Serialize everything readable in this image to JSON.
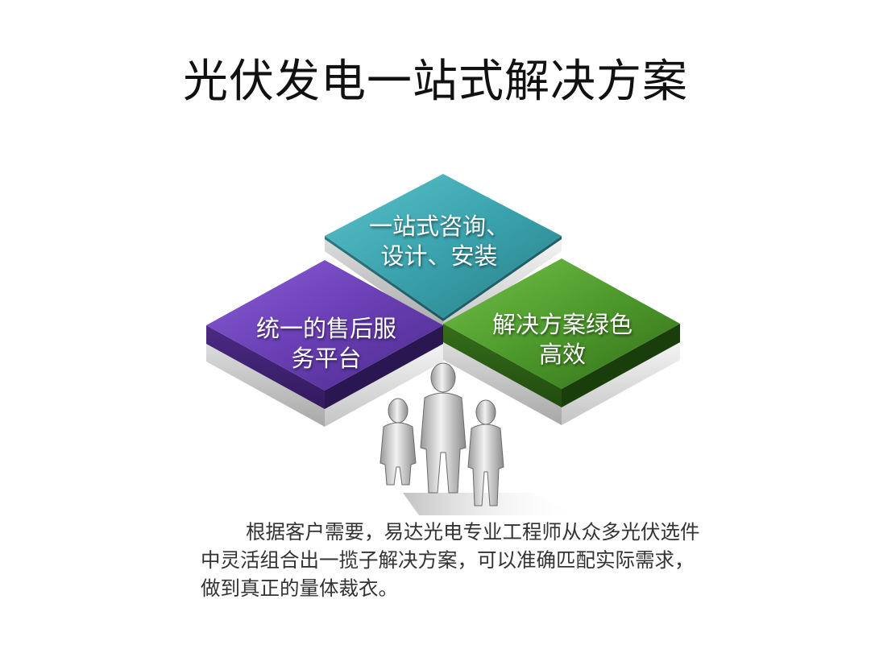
{
  "slide": {
    "title": "光伏发电一站式解决方案",
    "description": "根据客户需要，易达光电专业工程师从众多光伏选件中灵活组合出一揽子解决方案，可以准确匹配实际需求，做到真正的量体裁衣。"
  },
  "tiles": {
    "top": {
      "line1": "一站式咨询、",
      "line2": "设计、安装",
      "color": "#3aa3ad"
    },
    "left": {
      "line1": "统一的售后服",
      "line2": "务平台",
      "color": "#6a3fb5"
    },
    "right": {
      "line1": "解决方案绿色",
      "line2": "高效",
      "color": "#4e9a2c"
    }
  },
  "icons": {
    "people": "three-people-icon"
  }
}
